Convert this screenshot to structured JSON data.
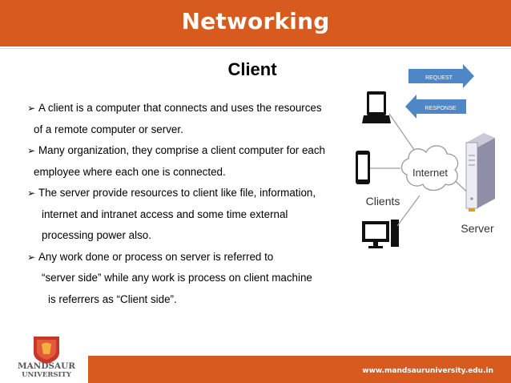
{
  "slide": {
    "title": "Networking",
    "subtitle": "Client",
    "lines": [
      "A client is a computer that connects and uses the resources",
      "of a remote computer or server.",
      "Many organization, they comprise a client computer for each",
      "employee where each one is connected.",
      "The server provide resources to client like file, information,",
      "internet and intranet access and some time external",
      "processing power also.",
      "Any work done or process on server  is referred to",
      "“server side” while any work is process on client machine",
      "is referrers as  “Client side”."
    ]
  },
  "diagram": {
    "request_label": "REQUEST",
    "response_label": "RESPONSE",
    "internet_label": "Internet",
    "clients_label": "Clients",
    "server_label": "Server"
  },
  "footer": {
    "url": "www.mandsauruniversity.edu.in",
    "logo_name": "MANDSAUR",
    "logo_sub": "UNIVERSITY"
  },
  "colors": {
    "brand": "#d75a1e",
    "arrow": "#4f86c6"
  }
}
